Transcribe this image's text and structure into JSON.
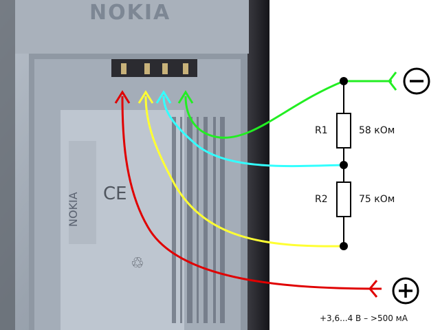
{
  "photo": {
    "brand_text": "NOKIA",
    "label_brand_text": "NOKIA",
    "description": "Photo of phone battery compartment with four contacts"
  },
  "schematic": {
    "resistors": [
      {
        "name": "R1",
        "value": "58 кОм"
      },
      {
        "name": "R2",
        "value": "75 кОм"
      }
    ],
    "terminals": {
      "negative_symbol": "−",
      "positive_symbol": "+"
    },
    "supply_note": "+3,6...4 В – >500 мА"
  },
  "wires": [
    {
      "name": "red-wire",
      "color": "#e00000"
    },
    {
      "name": "yellow-wire",
      "color": "#ffff33"
    },
    {
      "name": "cyan-wire",
      "color": "#33ffff"
    },
    {
      "name": "green-wire",
      "color": "#22ee22"
    }
  ],
  "colors": {
    "photo_bg": "#9aa4b0",
    "photo_dark": "#2a2a2e",
    "line": "#000000"
  }
}
